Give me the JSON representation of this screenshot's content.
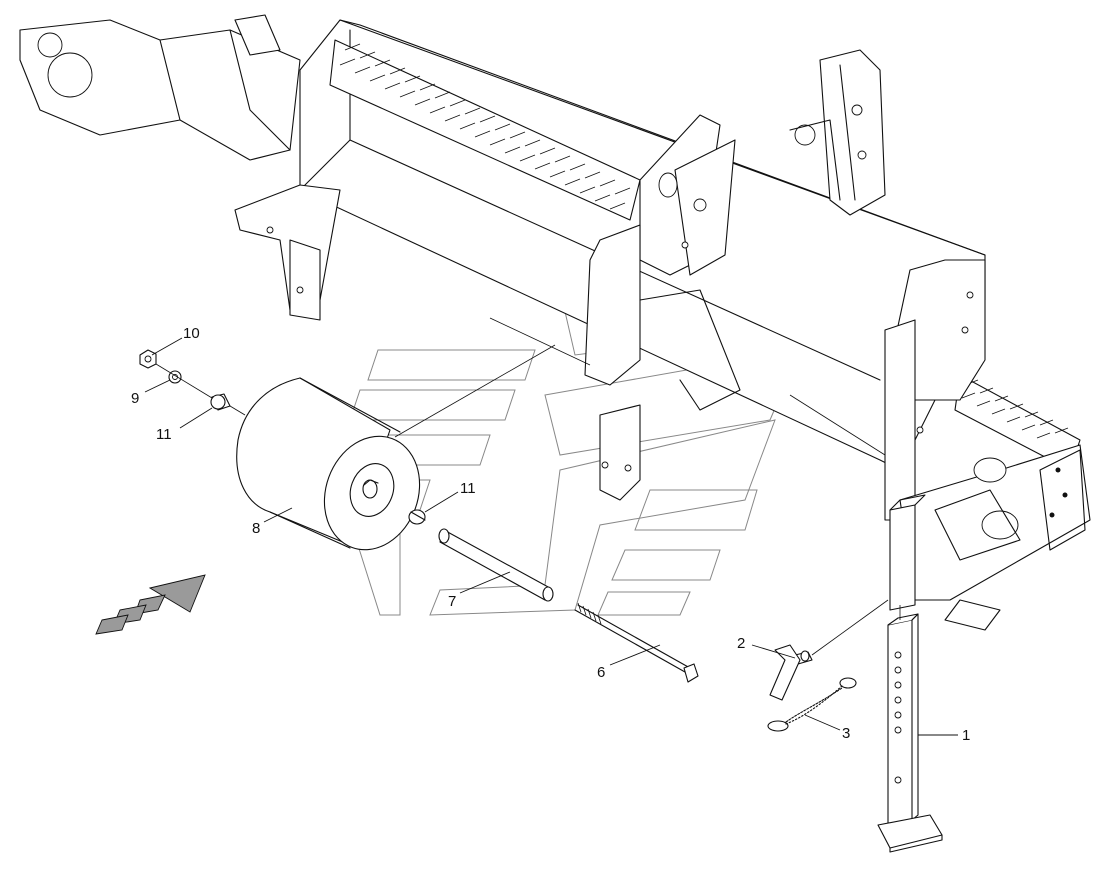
{
  "callouts": {
    "c1": "1",
    "c2": "2",
    "c3": "3",
    "c6": "6",
    "c7": "7",
    "c8": "8",
    "c9": "9",
    "c10": "10",
    "c11a": "11",
    "c11b": "11"
  },
  "colors": {
    "line": "#111111",
    "background": "#ffffff",
    "watermark": "#888888",
    "arrow_fill": "#999999"
  }
}
